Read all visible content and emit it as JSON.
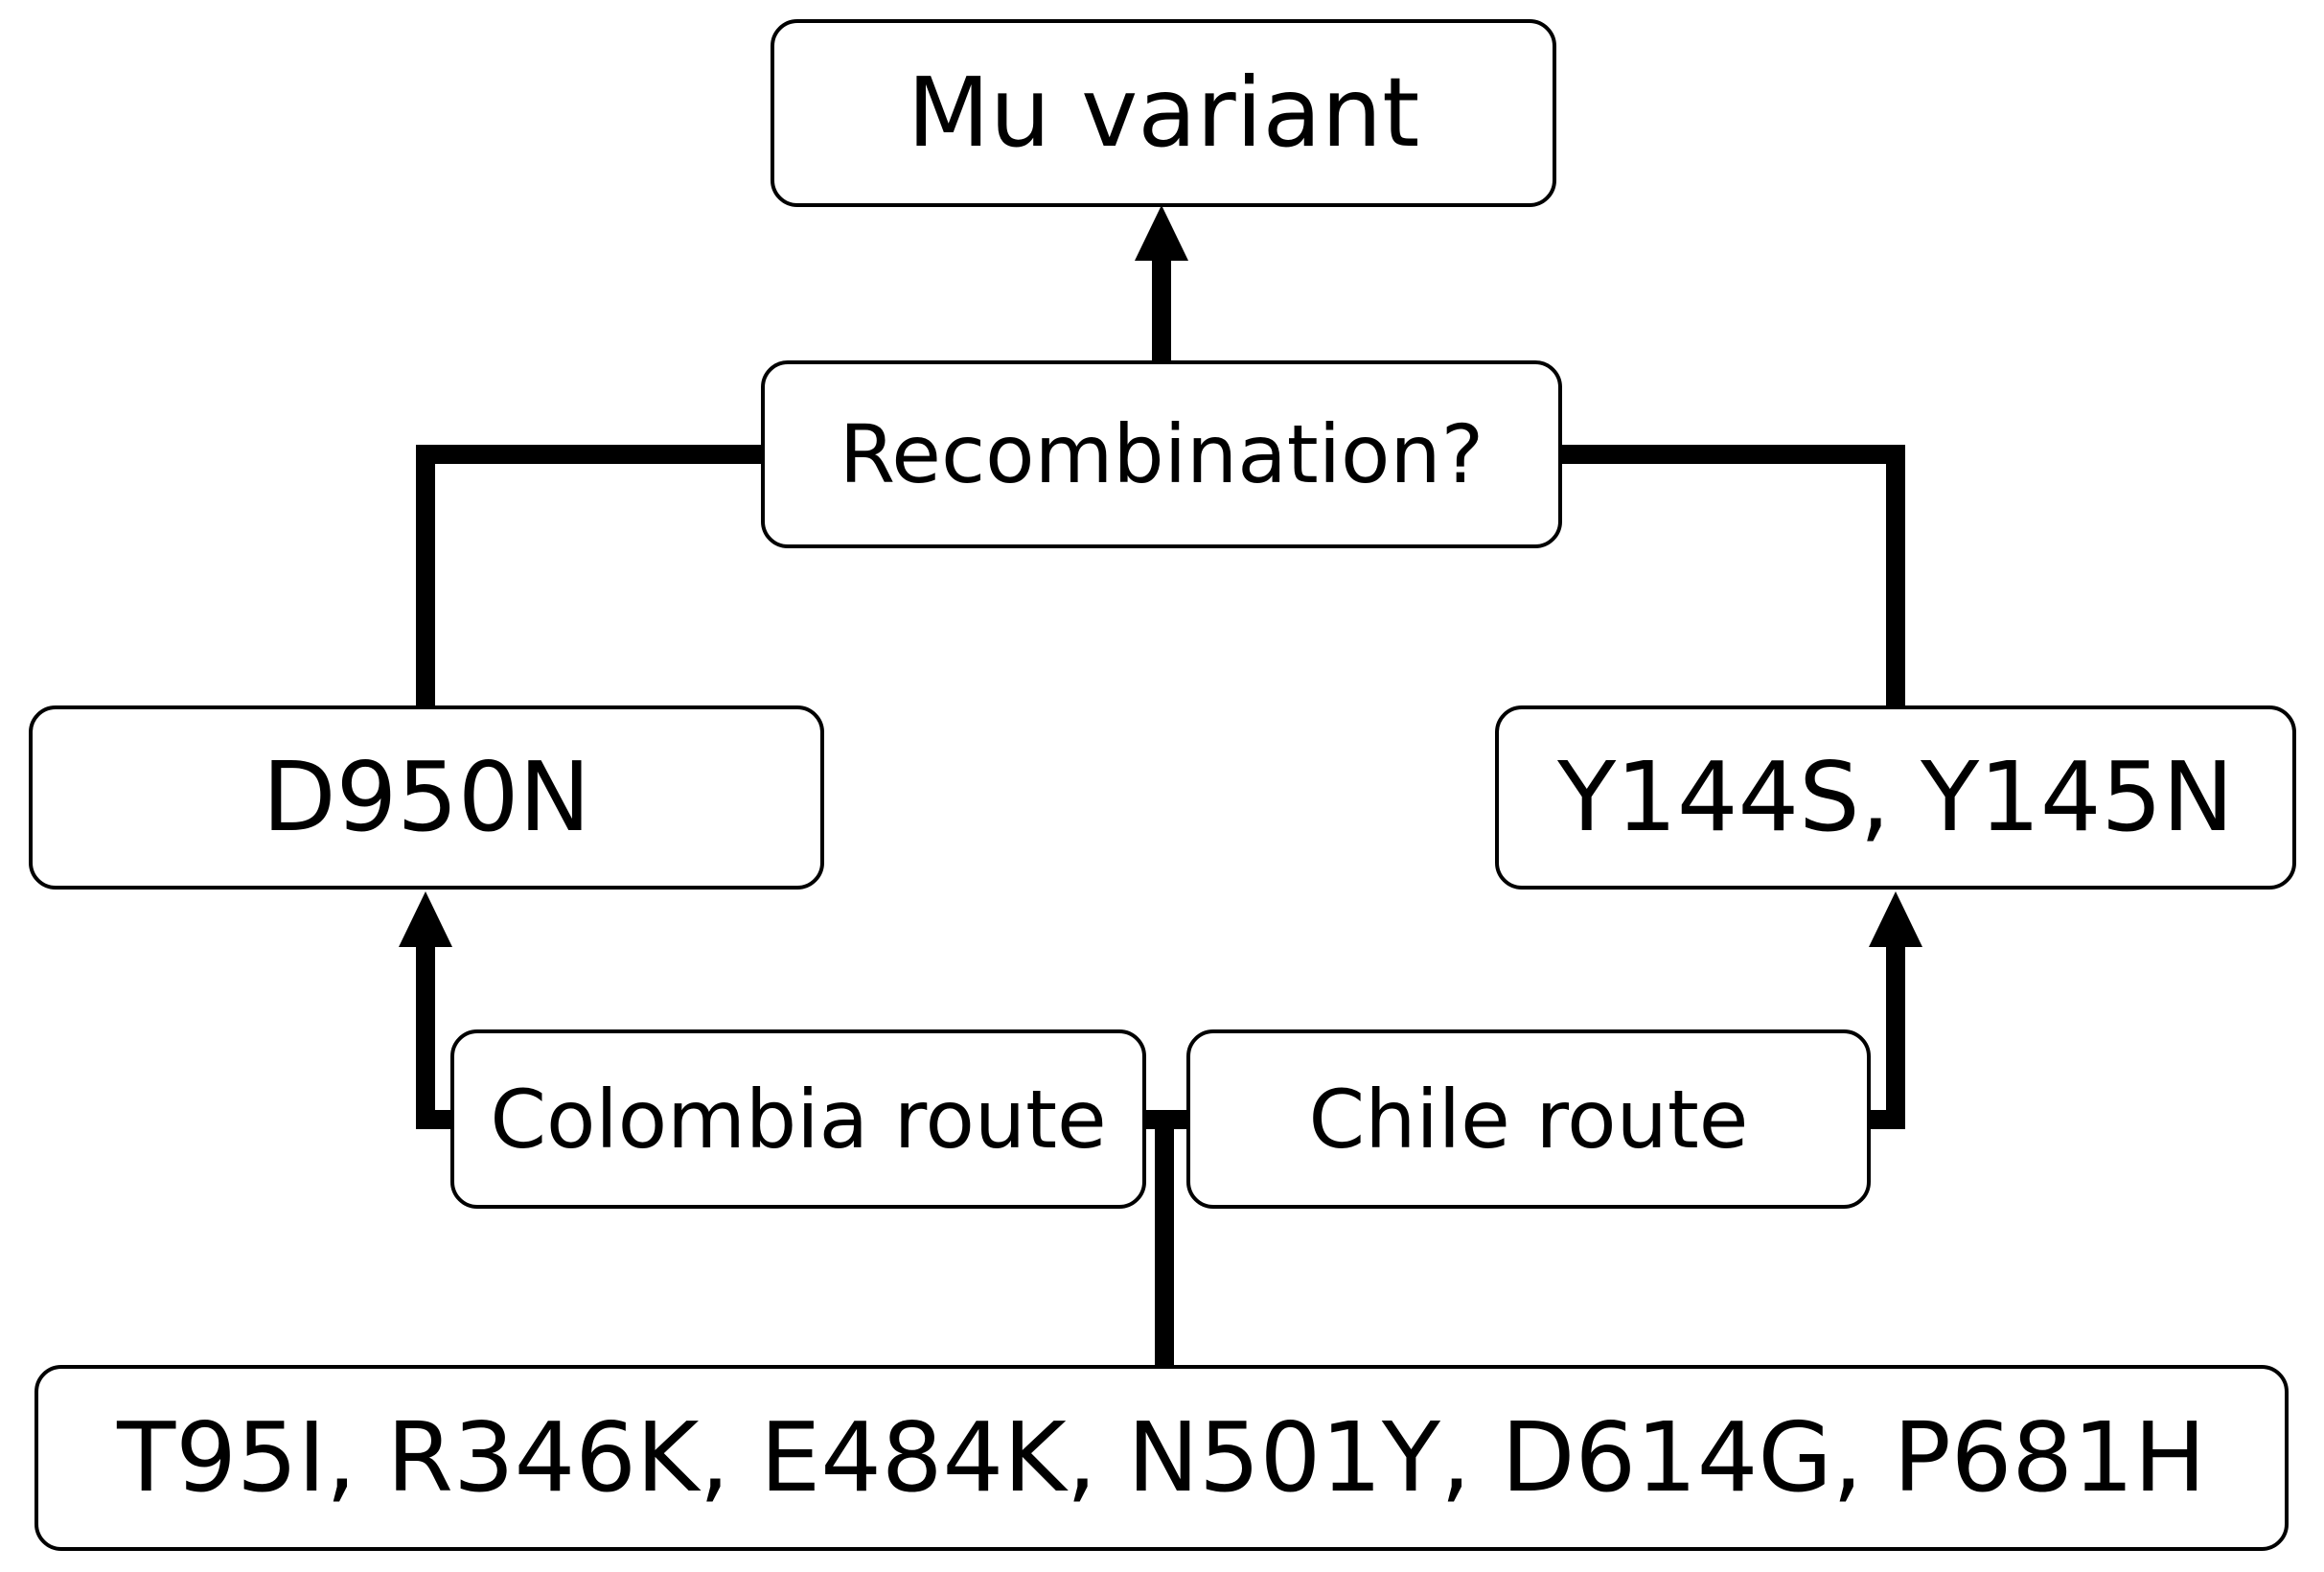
{
  "colors": {
    "background": "#ffffff",
    "box_fill": "#ffffff",
    "box_border": "#000000",
    "line": "#000000",
    "text": "#000000"
  },
  "nodes": {
    "mu_variant": {
      "label": "Mu variant"
    },
    "recombination": {
      "label": "Recombination?"
    },
    "d950n": {
      "label": "D950N"
    },
    "y144s_y145n": {
      "label": "Y144S, Y145N"
    },
    "colombia_route": {
      "label": "Colombia route"
    },
    "chile_route": {
      "label": "Chile route"
    },
    "shared_mutations": {
      "label": "T95I, R346K, E484K, N501Y, D614G, P681H"
    }
  },
  "edges": [
    {
      "from": "recombination",
      "to": "mu_variant",
      "arrow": true
    },
    {
      "from": "d950n",
      "to": "recombination",
      "arrow": false
    },
    {
      "from": "y144s_y145n",
      "to": "recombination",
      "arrow": false
    },
    {
      "from": "colombia_route",
      "to": "d950n",
      "arrow": true
    },
    {
      "from": "chile_route",
      "to": "y144s_y145n",
      "arrow": true
    },
    {
      "from": "shared_mutations",
      "to": "colombia_route",
      "arrow": false
    },
    {
      "from": "shared_mutations",
      "to": "chile_route",
      "arrow": false
    }
  ]
}
